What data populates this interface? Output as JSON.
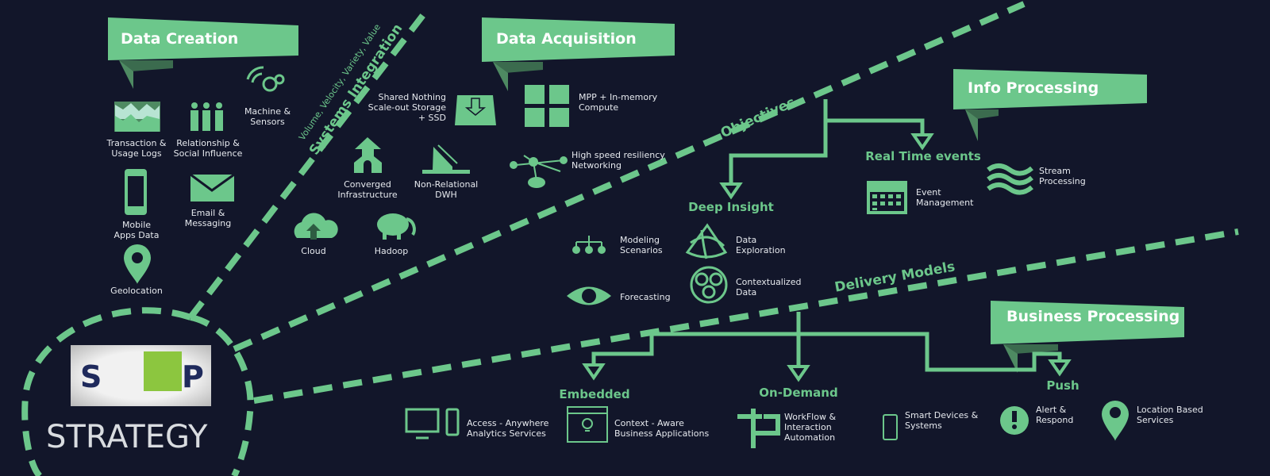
{
  "title": "SCP Strategy",
  "logo": {
    "letters": [
      "S",
      "P"
    ],
    "caption": "STRATEGY"
  },
  "colors": {
    "background": "#12162a",
    "accent": "#6cc78b",
    "banner": "#6cc78b",
    "banner_shadow": "#3b6b4e",
    "text": "#e6e9ee"
  },
  "dividers": {
    "systems_integration": {
      "title": "Systems Integration",
      "subtitle": "Volume, Velocity, Variety, Value"
    },
    "objectives": {
      "title": "Objectives"
    },
    "delivery_models": {
      "title": "Delivery Models"
    }
  },
  "banners": {
    "data_creation": "Data Creation",
    "data_acquisition": "Data Acquisition",
    "info_processing": "Info Processing",
    "business_processing": "Business Processing"
  },
  "data_creation": {
    "items": [
      {
        "icon": "area-chart-icon",
        "label": [
          "Transaction &",
          "Usage Logs"
        ]
      },
      {
        "icon": "people-icon",
        "label": [
          "Relationship &",
          "Social Influence"
        ]
      },
      {
        "icon": "sensor-gear-icon",
        "label": [
          "Machine &",
          "Sensors"
        ]
      },
      {
        "icon": "mobile-phone-icon",
        "label": [
          "Mobile",
          "Apps Data"
        ]
      },
      {
        "icon": "envelope-icon",
        "label": [
          "Email &",
          "Messaging"
        ]
      },
      {
        "icon": "map-pin-icon",
        "label": [
          "Geolocation"
        ]
      }
    ]
  },
  "data_acquisition": {
    "items": [
      {
        "icon": "storage-drive-icon",
        "label": [
          "Shared Nothing",
          "Scale-out Storage",
          "+ SSD"
        ]
      },
      {
        "icon": "grid-chips-icon",
        "label": [
          "MPP + In-memory",
          "Compute"
        ]
      },
      {
        "icon": "network-hub-icon",
        "label": [
          "High speed resiliency",
          "Networking"
        ]
      },
      {
        "icon": "house-arrow-icon",
        "label": [
          "Converged",
          "Infrastructure"
        ]
      },
      {
        "icon": "dwh-building-icon",
        "label": [
          "Non-Relational",
          "DWH"
        ]
      },
      {
        "icon": "cloud-upload-icon",
        "label": [
          "Cloud"
        ]
      },
      {
        "icon": "elephant-icon",
        "label": [
          "Hadoop"
        ]
      }
    ]
  },
  "objectives": {
    "deep_insight": {
      "title": "Deep Insight",
      "items": [
        {
          "icon": "hierarchy-icon",
          "label": [
            "Modeling",
            "Scenarios"
          ]
        },
        {
          "icon": "mesh-dome-icon",
          "label": [
            "Data",
            "Exploration"
          ]
        },
        {
          "icon": "eye-icon",
          "label": [
            "Forecasting"
          ]
        },
        {
          "icon": "cells-circle-icon",
          "label": [
            "Contextualized",
            "Data"
          ]
        }
      ]
    },
    "real_time_events": {
      "title": "Real Time events",
      "items": [
        {
          "icon": "calendar-icon",
          "label": [
            "Event",
            "Management"
          ]
        },
        {
          "icon": "waves-icon",
          "label": [
            "Stream",
            "Processing"
          ]
        }
      ]
    }
  },
  "delivery": {
    "embedded": {
      "title": "Embedded",
      "items": [
        {
          "icon": "monitor-phone-icon",
          "label": [
            "Access - Anywhere",
            "Analytics Services"
          ]
        },
        {
          "icon": "lightbulb-window-icon",
          "label": [
            "Context - Aware",
            "Business Applications"
          ]
        }
      ]
    },
    "on_demand": {
      "title": "On-Demand",
      "items": [
        {
          "icon": "workflow-icon",
          "label": [
            "WorkFlow &",
            "Interaction",
            "Automation"
          ]
        },
        {
          "icon": "smart-device-icon",
          "label": [
            "Smart Devices &",
            "Systems"
          ]
        }
      ]
    },
    "push": {
      "title": "Push",
      "items": [
        {
          "icon": "alert-icon",
          "label": [
            "Alert &",
            "Respond"
          ]
        },
        {
          "icon": "location-pin-icon",
          "label": [
            "Location Based",
            "Services"
          ]
        }
      ]
    }
  }
}
